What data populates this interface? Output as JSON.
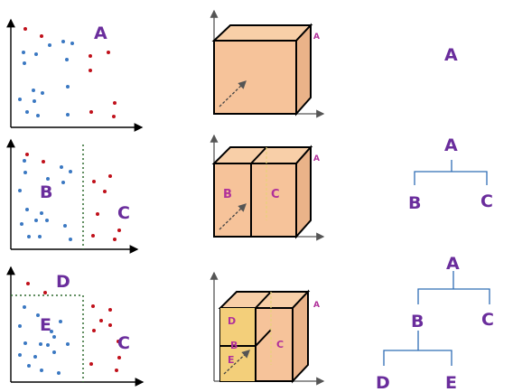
{
  "colors": {
    "label_purple": "#6a2d9c",
    "label_magenta": "#b0309a",
    "dot_blue": "#3a78c2",
    "dot_red": "#c0101a",
    "cube_face": "#f6c39a",
    "cube_side": "#eab389",
    "cube_top": "#f8cfa8",
    "cube_highlight": "#f3cf7a",
    "tree_line": "#2f6db5",
    "divider": "#2f6a2f"
  },
  "rows": [
    {
      "scatter": {
        "labels": [
          "A"
        ]
      },
      "cube": {
        "corner_label": "A",
        "inner_labels": []
      },
      "tree": {
        "nodes": [
          "A"
        ]
      }
    },
    {
      "scatter": {
        "labels": [
          "B",
          "C"
        ]
      },
      "cube": {
        "corner_label": "A",
        "inner_labels": [
          "B",
          "C"
        ]
      },
      "tree": {
        "nodes": [
          "A",
          "B",
          "C"
        ]
      }
    },
    {
      "scatter": {
        "labels": [
          "D",
          "E",
          "C"
        ]
      },
      "cube": {
        "corner_label": "A",
        "inner_labels": [
          "D",
          "B",
          "E",
          "C"
        ]
      },
      "tree": {
        "nodes": [
          "A",
          "B",
          "C",
          "D",
          "E"
        ]
      }
    }
  ]
}
